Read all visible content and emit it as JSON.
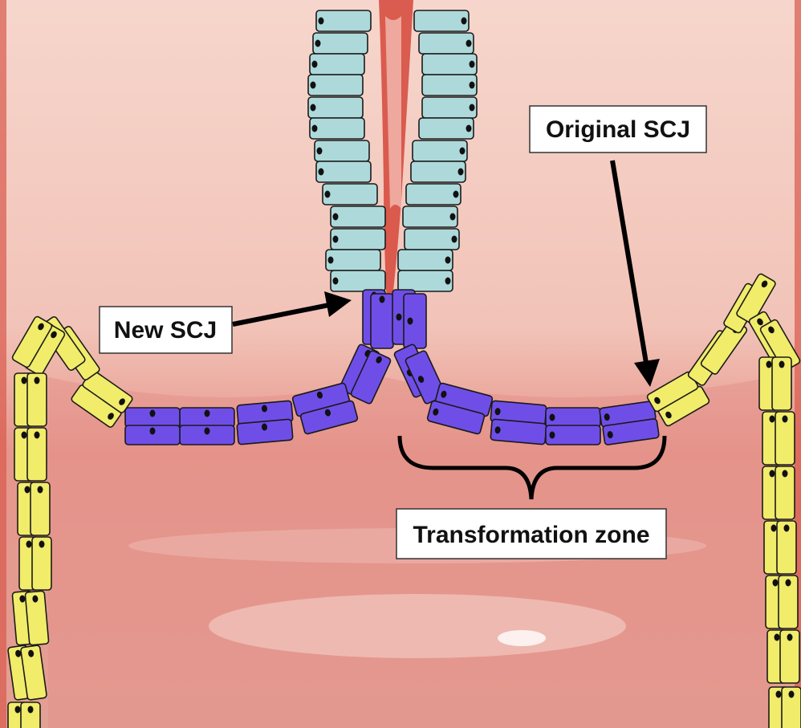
{
  "labels": {
    "original_scj": "Original SCJ",
    "new_scj": "New SCJ",
    "transformation_zone": "Transformation zone"
  },
  "colors": {
    "columnar_cell": "#aed9db",
    "metaplastic_cell": "#6f4ee8",
    "squamous_cell": "#f1ec6a",
    "cell_outline": "#1a1a1a",
    "tissue_light": "#f5cfc6",
    "tissue_dark": "#e08a80",
    "canal_red": "#d5473a",
    "label_box": "#ffffff"
  }
}
